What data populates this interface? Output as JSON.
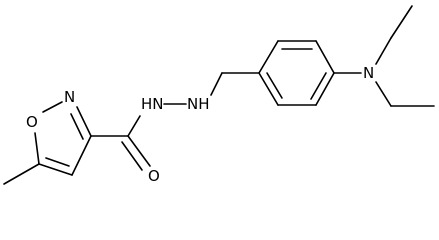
{
  "atoms": {
    "ring_o": "O",
    "ring_n": "N",
    "carbonyl_o": "O",
    "hydrazine": "HN",
    "hydrazine_nh": "NH",
    "amine_n": "N"
  }
}
